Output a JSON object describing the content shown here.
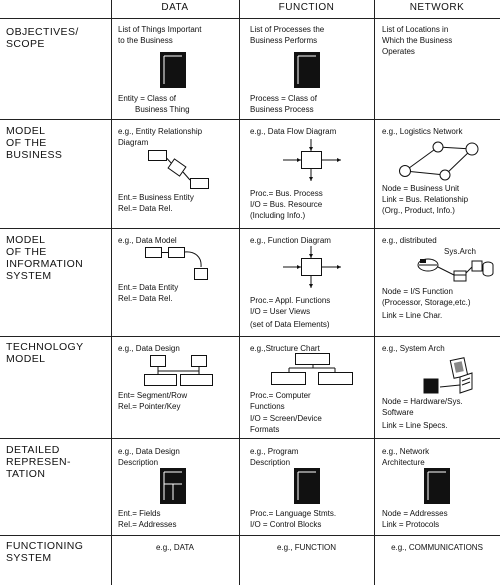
{
  "columns": [
    "DATA",
    "FUNCTION",
    "NETWORK"
  ],
  "rows": [
    {
      "label": "OBJECTIVES/\nSCOPE",
      "data": {
        "line1": "List of Things Important",
        "line2": "to the Business",
        "note1": "Entity = Class of",
        "note2": "Business Thing"
      },
      "function": {
        "line1": "List of Processes the",
        "line2": "Business Performs",
        "note1": "Process = Class of",
        "note2": "Business Process"
      },
      "network": {
        "line1": "List of Locations in",
        "line2": "Which the Business",
        "line3": "Operates"
      }
    },
    {
      "label": "MODEL\nOF THE\nBUSINESS",
      "data": {
        "line1": "e.g., Entity Relationship",
        "line2": "Diagram",
        "note1": "Ent.= Business Entity",
        "note2": "Rel.= Data Rel."
      },
      "function": {
        "line1": "e.g., Data Flow Diagram",
        "note1": "Proc.= Bus. Process",
        "note2": "I/O = Bus. Resource",
        "note3": "(Including Info.)"
      },
      "network": {
        "line1": "e.g., Logistics Network",
        "note1": "Node = Business Unit",
        "note2": "Link = Bus. Relationship",
        "note3": "(Org., Product, Info.)"
      }
    },
    {
      "label": "MODEL\nOF THE\nINFORMATION\nSYSTEM",
      "data": {
        "line1": "e.g., Data Model",
        "note1": "Ent.= Data Entity",
        "note2": "Rel.= Data Rel."
      },
      "function": {
        "line1": "e.g., Function Diagram",
        "note1": "Proc.= Appl. Functions",
        "note2": "I/O = User Views",
        "note3": "(set of Data Elements)"
      },
      "network": {
        "line1": "e.g., distributed",
        "line2": "Sys.Arch",
        "note1": "Node = I/S Function",
        "note2": "(Processor, Storage,etc.)",
        "note3": "Link = Line Char."
      }
    },
    {
      "label": "TECHNOLOGY\nMODEL",
      "data": {
        "line1": "e.g., Data Design",
        "note1": "Ent= Segment/Row",
        "note2": "Rel.= Pointer/Key"
      },
      "function": {
        "line1": "e.g.,Structure Chart",
        "note1": "Proc.= Computer",
        "note2": "Functions",
        "note3": "I/O = Screen/Device",
        "note4": "Formats"
      },
      "network": {
        "line1": "e.g., System Arch",
        "note1": "Node = Hardware/Sys.",
        "note2": "Software",
        "note3": "Link = Line Specs."
      }
    },
    {
      "label": "DETAILED\nREPRESEN-\nTATION",
      "data": {
        "line1": "e.g., Data Design",
        "line2": "Description",
        "note1": "Ent.= Fields",
        "note2": "Rel.= Addresses"
      },
      "function": {
        "line1": "e.g., Program",
        "line2": "Description",
        "note1": "Proc.= Language Stmts.",
        "note2": "I/O = Control Blocks"
      },
      "network": {
        "line1": "e.g., Network",
        "line2": "Architecture",
        "note1": "Node = Addresses",
        "note2": "Link = Protocols"
      }
    },
    {
      "label": "FUNCTIONING\nSYSTEM",
      "data": {
        "line1": "e.g., DATA"
      },
      "function": {
        "line1": "e.g., FUNCTION"
      },
      "network": {
        "line1": "e.g., COMMUNICATIONS"
      }
    }
  ]
}
